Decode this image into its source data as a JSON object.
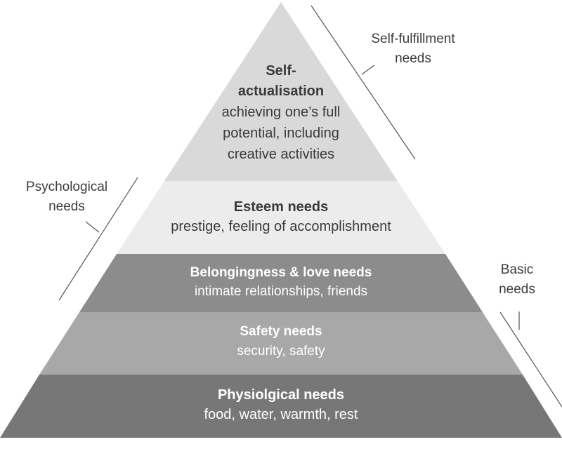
{
  "pyramid": {
    "levels": [
      {
        "title": "Self-actualisation",
        "title_line1": "Self-",
        "title_line2": "actualisation",
        "desc": "achieving one’s full potential, including creative activities",
        "desc_line1": "achieving one’s full",
        "desc_line2": "potential, including",
        "desc_line3": "creative activities",
        "fill": "#d9d9d9"
      },
      {
        "title": "Esteem needs",
        "desc": "prestige, feeling of accomplishment",
        "fill": "#ececec"
      },
      {
        "title": "Belongingness & love needs",
        "desc": "intimate relationships, friends",
        "fill": "#8c8c8c"
      },
      {
        "title": "Safety needs",
        "desc": "security, safety",
        "fill": "#a8a8a8"
      },
      {
        "title": "Physiolgical needs",
        "desc": "food, water, warmth, rest",
        "fill": "#777777"
      }
    ]
  },
  "groups": {
    "self_fulfillment": {
      "label": "Self-fulfillment needs",
      "line1": "Self-fulfillment",
      "line2": "needs"
    },
    "psychological": {
      "label": "Psychological needs",
      "line1": "Psychological",
      "line2": "needs"
    },
    "basic": {
      "label": "Basic needs",
      "line1": "Basic",
      "line2": "needs"
    }
  },
  "colors": {
    "bracket": "#555555",
    "dark_text": "#ffffff",
    "light_text": "#3a3a3a"
  }
}
